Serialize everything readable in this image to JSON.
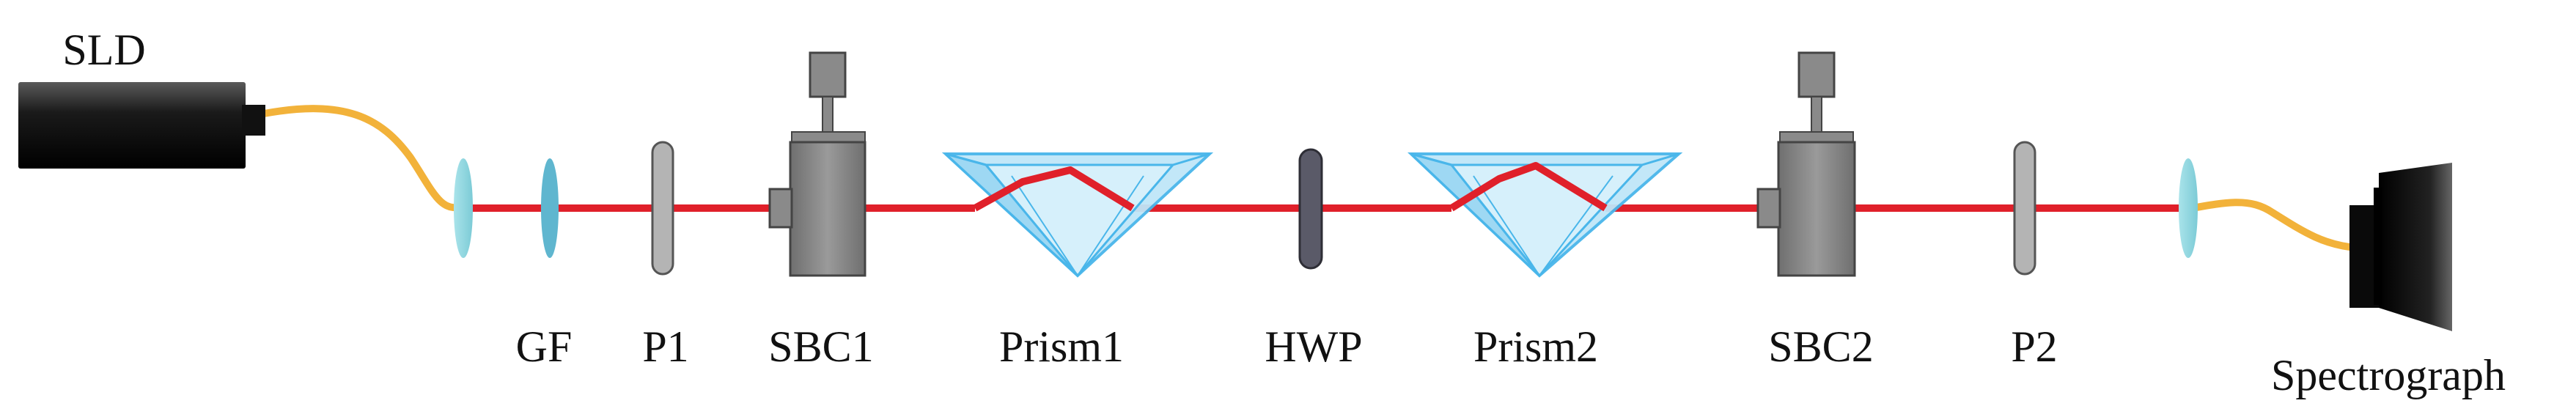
{
  "labels": {
    "sld": "SLD",
    "gf": "GF",
    "p1": "P1",
    "sbc1": "SBC1",
    "prism1": "Prism1",
    "hwp": "HWP",
    "prism2": "Prism2",
    "sbc2": "SBC2",
    "p2": "P2",
    "spectrograph": "Spectrograph"
  },
  "colors": {
    "beam": "#e0202a",
    "fiber": "#f2b23a",
    "lens": "#8fd3dc",
    "filter": "#5fb6cf",
    "polarizer": "#a8a8a8",
    "hwp": "#5a5a68",
    "sbc_body": "#8a8a8a",
    "prism": "#49b6ea",
    "device": "#111111"
  }
}
